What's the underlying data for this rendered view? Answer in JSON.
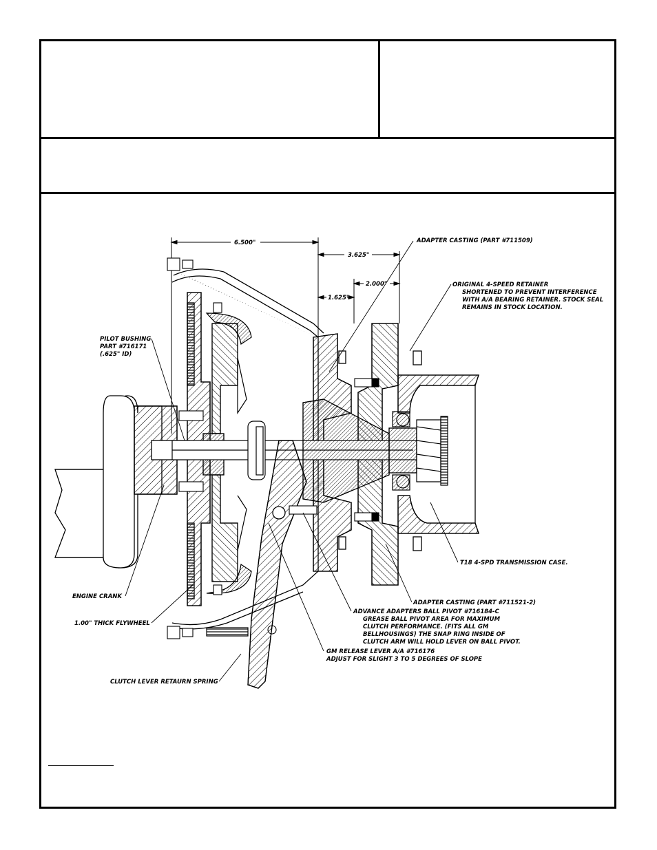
{
  "dimensions": {
    "d1": "6.500\"",
    "d2": "3.625\"",
    "d3": "2.000\"",
    "d4": "1.625\""
  },
  "labels": {
    "adapter_casting_top": "ADAPTER CASTING (PART #711509)",
    "retainer": [
      "ORIGINAL 4-SPEED RETAINER",
      "SHORTENED TO PREVENT INTERFERENCE",
      "WITH A/A BEARING RETAINER. STOCK SEAL",
      "REMAINS IN STOCK LOCATION."
    ],
    "pilot_bushing": [
      "PILOT BUSHING",
      "PART #716171",
      "(.625\" ID)"
    ],
    "engine_crank": "ENGINE CRANK",
    "flywheel": "1.00\" THICK FLYWHEEL",
    "return_spring": "CLUTCH LEVER RETAURN SPRING",
    "transmission_case": "T18 4-SPD TRANSMISSION CASE.",
    "adapter_casting_bottom": "ADAPTER CASTING (PART #711521-2)",
    "ball_pivot": [
      "ADVANCE ADAPTERS BALL PIVOT #716184-C",
      "GREASE BALL PIVOT AREA FOR MAXIMUM",
      "CLUTCH PERFORMANCE. (FITS ALL GM",
      "BELLHOUSINGS) THE SNAP RING INSIDE OF",
      "CLUTCH ARM WILL HOLD LEVER ON BALL PIVOT."
    ],
    "release_lever": [
      "GM RELEASE LEVER A/A #716176",
      "ADJUST FOR SLIGHT 3 TO 5 DEGREES OF SLOPE"
    ]
  }
}
